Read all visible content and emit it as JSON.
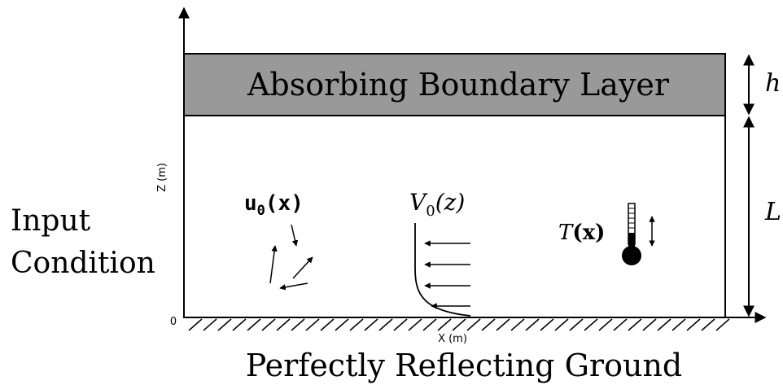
{
  "diagram": {
    "absorbing_layer_label": "Absorbing Boundary Layer",
    "ground_label": "Perfectly Reflecting Ground",
    "input_label_line1": "Input",
    "input_label_line2": "Condition",
    "x_axis_label": "X (m)",
    "z_axis_label": "Z (m)",
    "origin_label": "0",
    "h_label": "h",
    "l_label": "L",
    "u0_symbol": "u",
    "u0_subscript": "0",
    "u0_argument": "(x)",
    "v0_symbol": "V",
    "v0_subscript": "0",
    "v0_argument": "(z)",
    "t_symbol": "T",
    "t_argument": "(x)",
    "colors": {
      "absorbing_fill": "#999999",
      "line": "#000000",
      "background": "#ffffff"
    }
  }
}
